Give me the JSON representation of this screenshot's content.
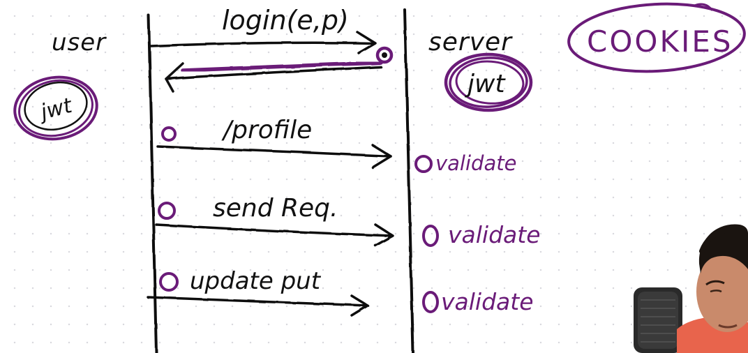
{
  "labels": {
    "user": "user",
    "server": "server",
    "jwt_user": "jwt",
    "jwt_server": "jwt",
    "cookies": "COOKIES"
  },
  "requests": [
    {
      "label": "login(e,p)"
    },
    {
      "label": "/profile",
      "server_action": "validate"
    },
    {
      "label": "send Req.",
      "server_action": "validate"
    },
    {
      "label": "update put",
      "server_action": "validate"
    }
  ],
  "colors": {
    "ink": "#111111",
    "highlight": "#6a1b78",
    "skin": "#c98a6b",
    "shirt": "#e8644c"
  }
}
